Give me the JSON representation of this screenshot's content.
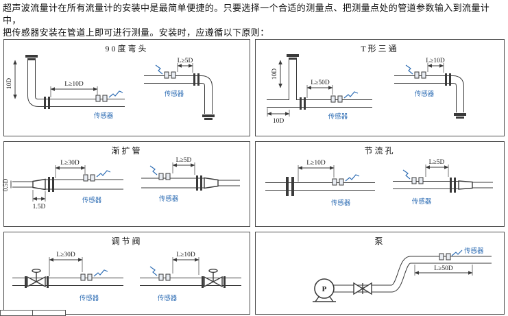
{
  "header": {
    "line1": "超声波流量计在所有流量计的安装中是最简单便捷的。只要选择一个合适的测量点、把测量点处的管道参数输入到流量计中，",
    "line2": "把传感器安装在管道上即可进行测量。安装时，应遵循以下原则："
  },
  "labels": {
    "sensor": "传感器"
  },
  "colors": {
    "sensor_blue": "#2e6db4",
    "line_dark": "#3a3a3a"
  },
  "panels": {
    "elbow": {
      "title": "90度弯头",
      "dim_main": "L≥10D",
      "dim_sub": "L≥5D",
      "dim_vert": "10D"
    },
    "tee": {
      "title": "T形三通",
      "dim_main": "L≥50D",
      "dim_sub": "L≥10D",
      "dim_vert": "10D",
      "dim_horiz": "10D"
    },
    "expander": {
      "title": "渐扩管",
      "dim_main": "L≥30D",
      "dim_sub": "L≥5D",
      "dim_a": "0.5D",
      "dim_b": "1.5D"
    },
    "orifice": {
      "title": "节流孔",
      "dim_main": "L≥10D",
      "dim_sub": "L≥5D"
    },
    "valve": {
      "title": "调节阀",
      "dim_main": "L≥30D",
      "dim_sub": "L≥10D"
    },
    "pump": {
      "title": "泵",
      "dim_main": "L≥50D",
      "pump_label": "P"
    }
  }
}
